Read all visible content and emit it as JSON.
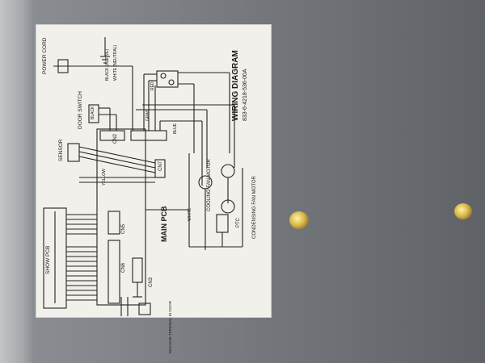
{
  "diagram": {
    "title": "WIRING DIAGRAM",
    "part_number": "833-6-4218-536-00A",
    "labels": {
      "power_cord": "POWER CORD",
      "door_switch": "DOOR SWITCH",
      "sensor": "SENSOR",
      "show_pcb": "SHOW PCB",
      "main_pcb": "MAIN PCB",
      "cooling_fan_motor": "COOLING FAN MOTOR",
      "condensing_fan_motor": "CONDENSING FAN MOTOR",
      "ptc": "PTC",
      "cn2": "CN2",
      "cn7": "CN7",
      "cn5": "CN5",
      "cn6": "CN6",
      "cn3": "CN3",
      "white": "WHITE",
      "blue": "BLUE",
      "gray": "GRAY",
      "red": "RED",
      "black": "BLACK",
      "yellow": "YELLOW",
      "neutral": "WHITE (NEUTRAL)",
      "active": "BLACK (ACTIVE)",
      "terminal": "MACHINE TERMINAL IN DOOR"
    }
  }
}
